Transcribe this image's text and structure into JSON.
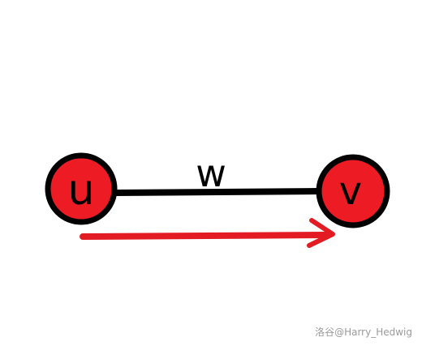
{
  "nodes": {
    "u": {
      "label": "u"
    },
    "v": {
      "label": "v"
    }
  },
  "edge": {
    "label": "w"
  },
  "watermark": "洛谷@Harry_Hedwig",
  "colors": {
    "node_fill": "#ed1c24",
    "stroke": "#000000",
    "arrow": "#e31b23"
  }
}
